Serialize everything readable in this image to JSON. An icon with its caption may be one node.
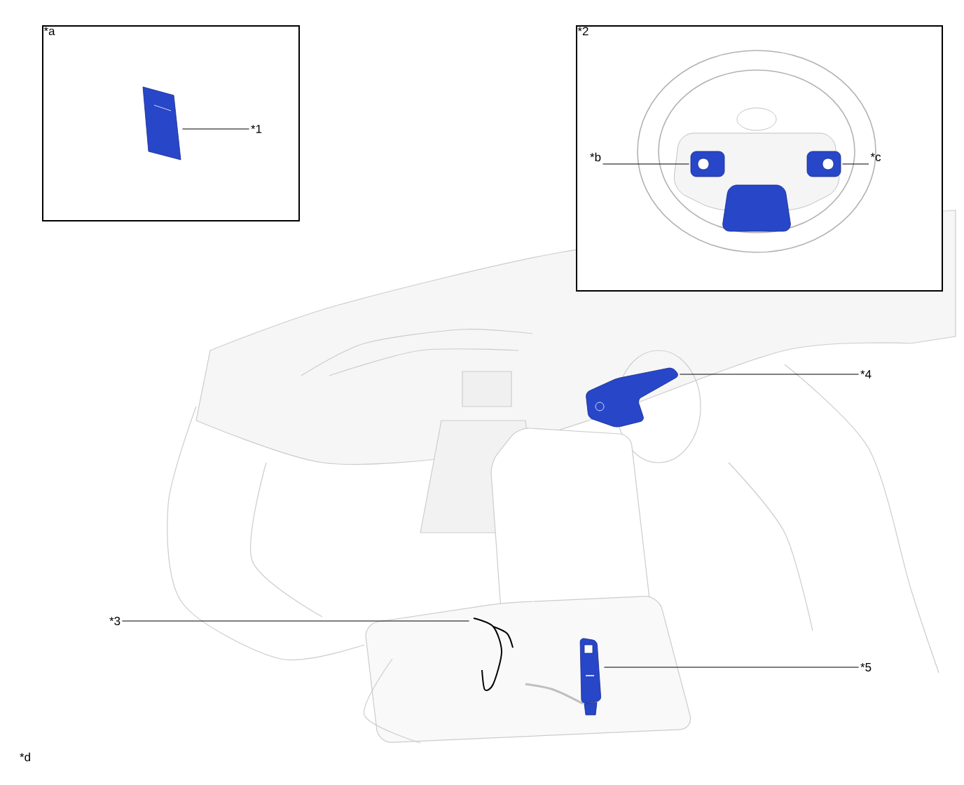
{
  "diagram": {
    "nodes": [
      {
        "text": [
          "*a"
        ]
      },
      {
        "text": [],
        "shape": "picture",
        "in": 0
      },
      {
        "text": [
          "*1"
        ],
        "in": 0
      },
      {
        "text": [
          "*2"
        ]
      },
      {
        "text": [
          "*b"
        ],
        "in": 3
      },
      {
        "text": [],
        "shape": "picture",
        "in": 3
      },
      {
        "text": [],
        "shape": "picture",
        "in": 3
      },
      {
        "text": [
          "*c"
        ],
        "in": 3
      },
      {
        "text": [],
        "shape": "picture"
      },
      {
        "text": [
          "*4"
        ]
      },
      {
        "text": [
          "*3"
        ]
      },
      {
        "text": [],
        "shape": "picture"
      },
      {
        "text": [],
        "shape": "picture"
      },
      {
        "text": [
          "*5"
        ]
      }
    ],
    "edges": [
      {
        "from": 2,
        "to": 1,
        "arrow": "none"
      },
      {
        "from": 4,
        "to": 5,
        "arrow": "none"
      },
      {
        "from": 7,
        "to": 6,
        "arrow": "none"
      },
      {
        "from": 9,
        "to": 8,
        "arrow": "none"
      },
      {
        "from": 10,
        "to": 11,
        "arrow": "none"
      },
      {
        "from": 13,
        "to": 12,
        "arrow": "none"
      }
    ],
    "labels": [
      "*d"
    ]
  }
}
